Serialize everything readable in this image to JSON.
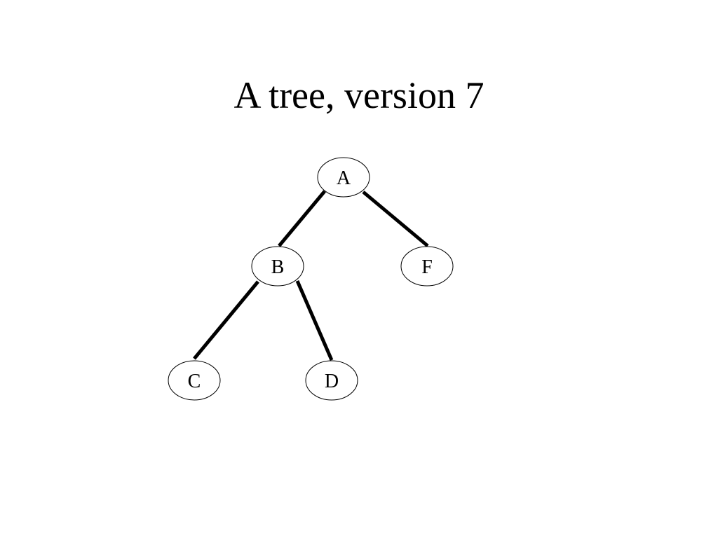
{
  "title": "A tree, version 7",
  "nodes": {
    "a": "A",
    "b": "B",
    "c": "C",
    "d": "D",
    "f": "F"
  },
  "edges": [
    [
      "A",
      "B"
    ],
    [
      "A",
      "F"
    ],
    [
      "B",
      "C"
    ],
    [
      "B",
      "D"
    ]
  ]
}
